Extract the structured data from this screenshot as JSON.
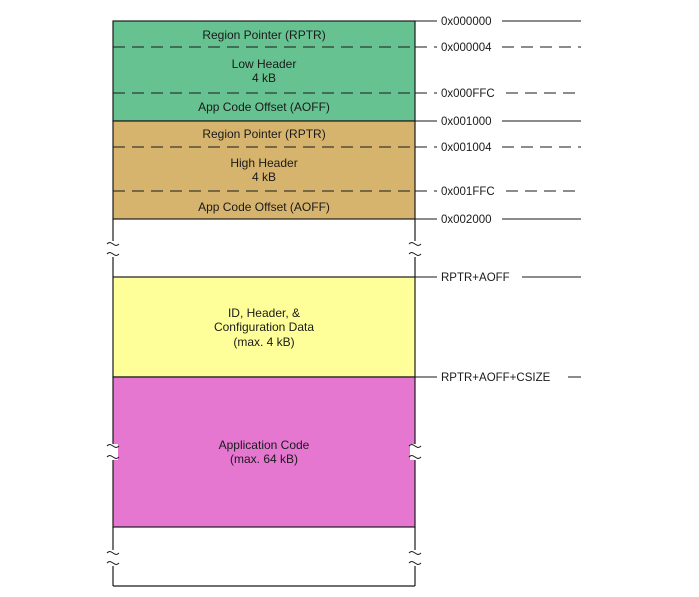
{
  "colors": {
    "low_header": "#66C291",
    "high_header": "#D6B46E",
    "config": "#FFFF99",
    "app_code": "#E577D1",
    "stroke": "#1a1a1a"
  },
  "blocks": {
    "low_header": {
      "rptr": "Region Pointer (RPTR)",
      "title": "Low Header",
      "size": "4 kB",
      "aoff": "App Code Offset (AOFF)"
    },
    "high_header": {
      "rptr": "Region Pointer (RPTR)",
      "title": "High Header",
      "size": "4 kB",
      "aoff": "App Code Offset (AOFF)"
    },
    "config": {
      "line1": "ID, Header, &",
      "line2": "Configuration Data",
      "line3": "(max. 4 kB)"
    },
    "app_code": {
      "line1": "Application Code",
      "line2": "(max. 64 kB)"
    }
  },
  "addresses": {
    "a0": "0x000000",
    "a1": "0x000004",
    "a2": "0x000FFC",
    "a3": "0x001000",
    "a4": "0x001004",
    "a5": "0x001FFC",
    "a6": "0x002000",
    "a7": "RPTR+AOFF",
    "a8": "RPTR+AOFF+CSIZE"
  }
}
